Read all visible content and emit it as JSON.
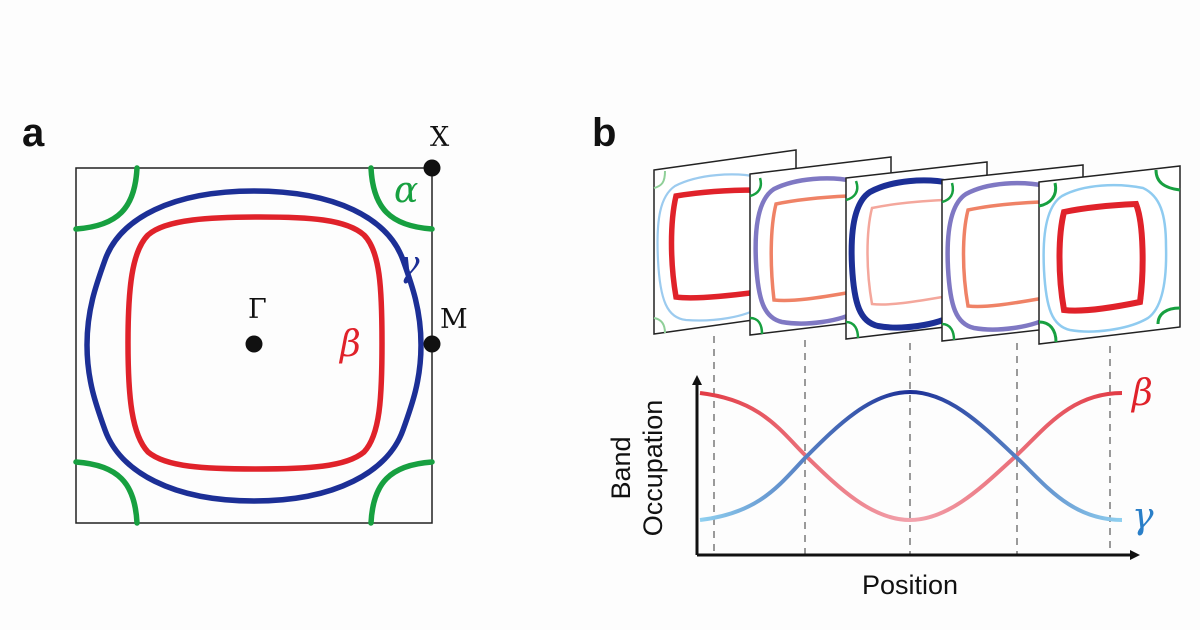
{
  "panel_a": {
    "letter": "a",
    "points": {
      "x_label": "X",
      "m_label": "M",
      "gamma_center_label": "Γ"
    },
    "bands": {
      "alpha": "α",
      "beta": "β",
      "gamma": "γ"
    }
  },
  "panel_b": {
    "letter": "b",
    "y_label_line1": "Band",
    "y_label_line2": "Occupation",
    "x_label": "Position",
    "curve_labels": {
      "beta": "β",
      "gamma": "γ"
    }
  },
  "colors": {
    "alpha": "#17a040",
    "beta": "#e0222a",
    "gamma": "#1c2f96",
    "gamma_light": "#8fd0f0",
    "beta_light": "#f2a3ad"
  }
}
